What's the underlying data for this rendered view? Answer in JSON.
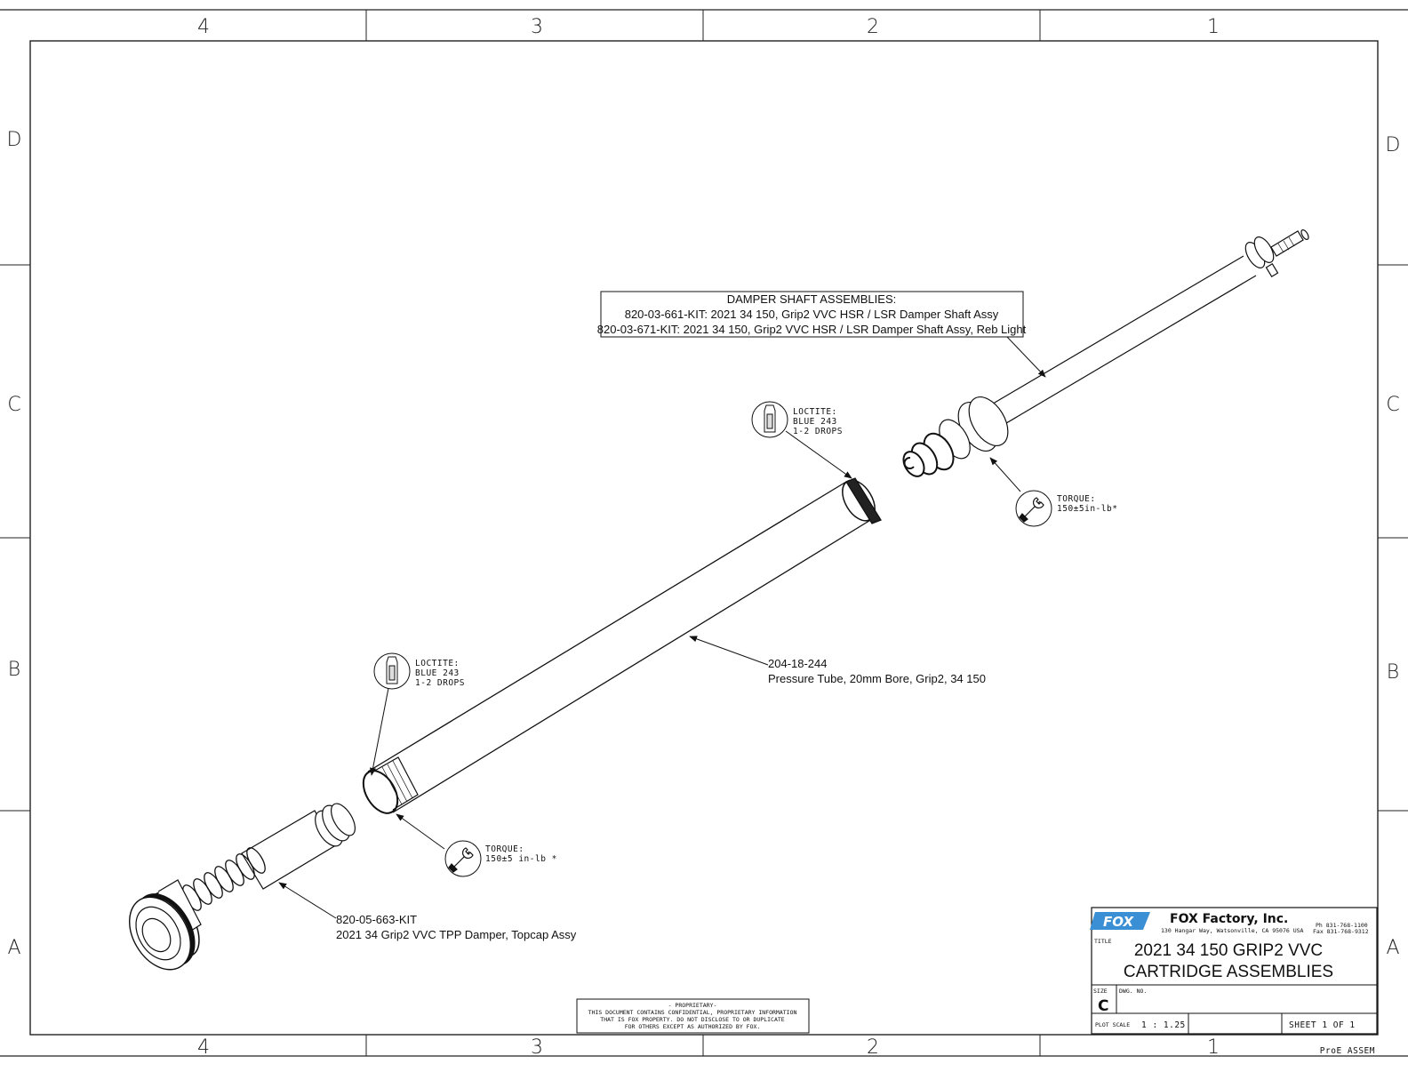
{
  "frame": {
    "columns_top": [
      "4",
      "3",
      "2",
      "1"
    ],
    "columns_bottom": [
      "4",
      "3",
      "2",
      "1"
    ],
    "rows_left": [
      "D",
      "C",
      "B",
      "A"
    ],
    "rows_right": [
      "D",
      "C",
      "B",
      "A"
    ]
  },
  "callouts": {
    "damper_shaft": {
      "title": "DAMPER SHAFT ASSEMBLIES:",
      "line1": "820-03-661-KIT: 2021 34 150, Grip2 VVC HSR / LSR Damper Shaft Assy",
      "line2": "820-03-671-KIT: 2021 34 150, Grip2 VVC HSR / LSR Damper Shaft Assy, Reb Light"
    },
    "loctite_top": {
      "l1": "LOCTITE:",
      "l2": "BLUE 243",
      "l3": "1-2 DROPS"
    },
    "loctite_left": {
      "l1": "LOCTITE:",
      "l2": "BLUE 243",
      "l3": "1-2 DROPS"
    },
    "torque_right": {
      "l1": "TORQUE:",
      "l2": "150±5in-lb*"
    },
    "torque_left": {
      "l1": "TORQUE:",
      "l2": "150±5 in-lb *"
    },
    "pressure_tube": {
      "part": "204-18-244",
      "desc": "Pressure Tube, 20mm Bore, Grip2, 34 150"
    },
    "damper_topcap": {
      "part": "820-05-663-KIT",
      "desc": "2021 34 Grip2 VVC TPP Damper, Topcap Assy"
    }
  },
  "proprietary": {
    "l1": "- PROPRIETARY-",
    "l2": "THIS DOCUMENT CONTAINS CONFIDENTIAL, PROPRIETARY INFORMATION",
    "l3": "THAT IS FOX PROPERTY.  DO NOT DISCLOSE TO OR DUPLICATE",
    "l4": "FOR OTHERS EXCEPT AS AUTHORIZED BY FOX."
  },
  "title_block": {
    "logo_text": "FOX",
    "company": "FOX Factory, Inc.",
    "address": "130 Hangar Way, Watsonville, CA 95076 USA",
    "phone": "Ph 831-768-1100",
    "fax": "Fax 831-768-9312",
    "title_label": "TITLE",
    "title_line1": "2021 34 150 GRIP2 VVC",
    "title_line2": "CARTRIDGE ASSEMBLIES",
    "size_label": "SIZE",
    "size_value": "C",
    "dwg_label": "DWG. NO.",
    "plot_scale_label": "PLOT SCALE",
    "plot_scale_value": "1 : 1.25",
    "sheet": "SHEET 1 OF 1",
    "footer": "ProE ASSEM"
  },
  "colors": {
    "logo_blue": "#3b8fd4",
    "line": "#111111"
  }
}
